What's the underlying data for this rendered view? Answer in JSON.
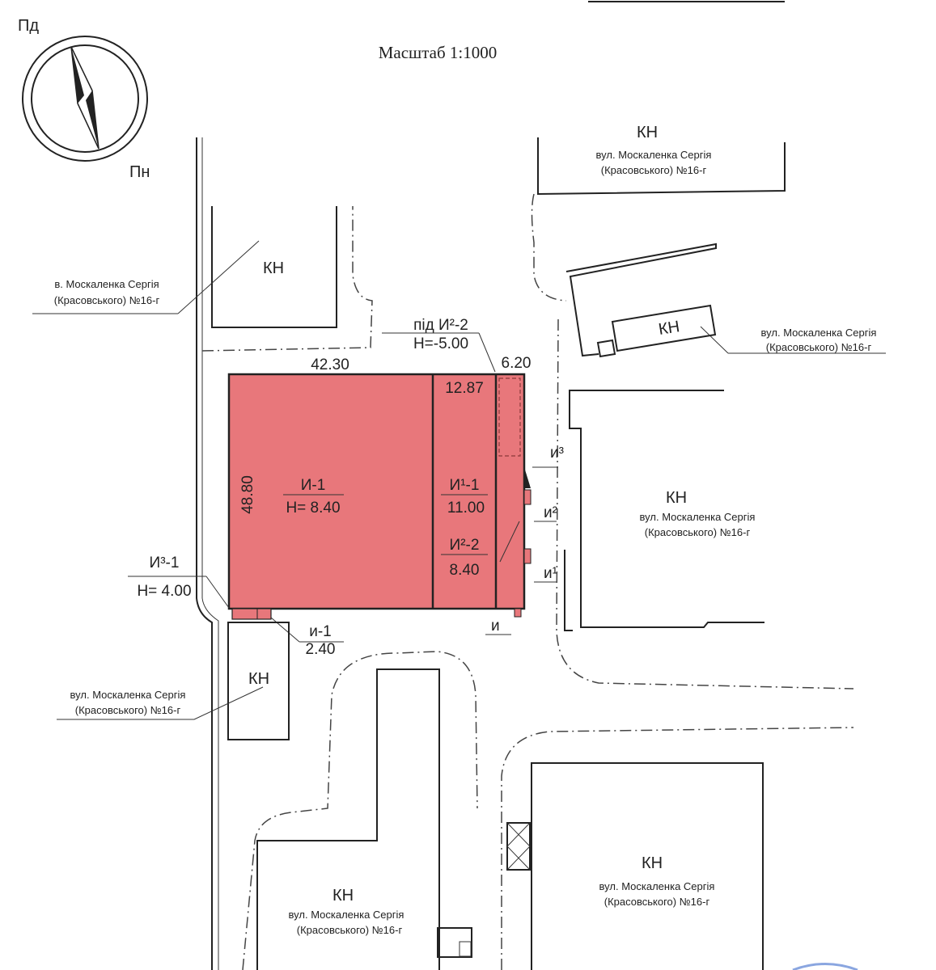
{
  "header": {
    "scale": "Масштаб 1:1000"
  },
  "compass": {
    "top_label": "Пд",
    "bottom_label": "Пн"
  },
  "parcel_code": "КН",
  "address": {
    "street": "вул. Москаленка  Сергія",
    "street_short": "в. Москаленка  Сергія",
    "house": "(Красовського) №16-г"
  },
  "building": {
    "fill_color": "#e8777b",
    "dim_width": "42.30",
    "dim_depth": "48.80",
    "dim_right": "6.20",
    "dim_mid": "12.87",
    "underground": {
      "label": "під И²-2",
      "height": "Н=-5.00"
    },
    "main": {
      "label": "И-1",
      "height": "Н= 8.40"
    },
    "part1": {
      "label": "И¹-1",
      "height": "11.00"
    },
    "part2": {
      "label": "И²-2",
      "height": "8.40"
    },
    "part3": {
      "label": "И³-1",
      "height": "Н= 4.00"
    },
    "entrance": {
      "label": "и-1",
      "height": "2.40"
    },
    "porches": [
      "и³",
      "и²",
      "и¹",
      "и"
    ]
  }
}
